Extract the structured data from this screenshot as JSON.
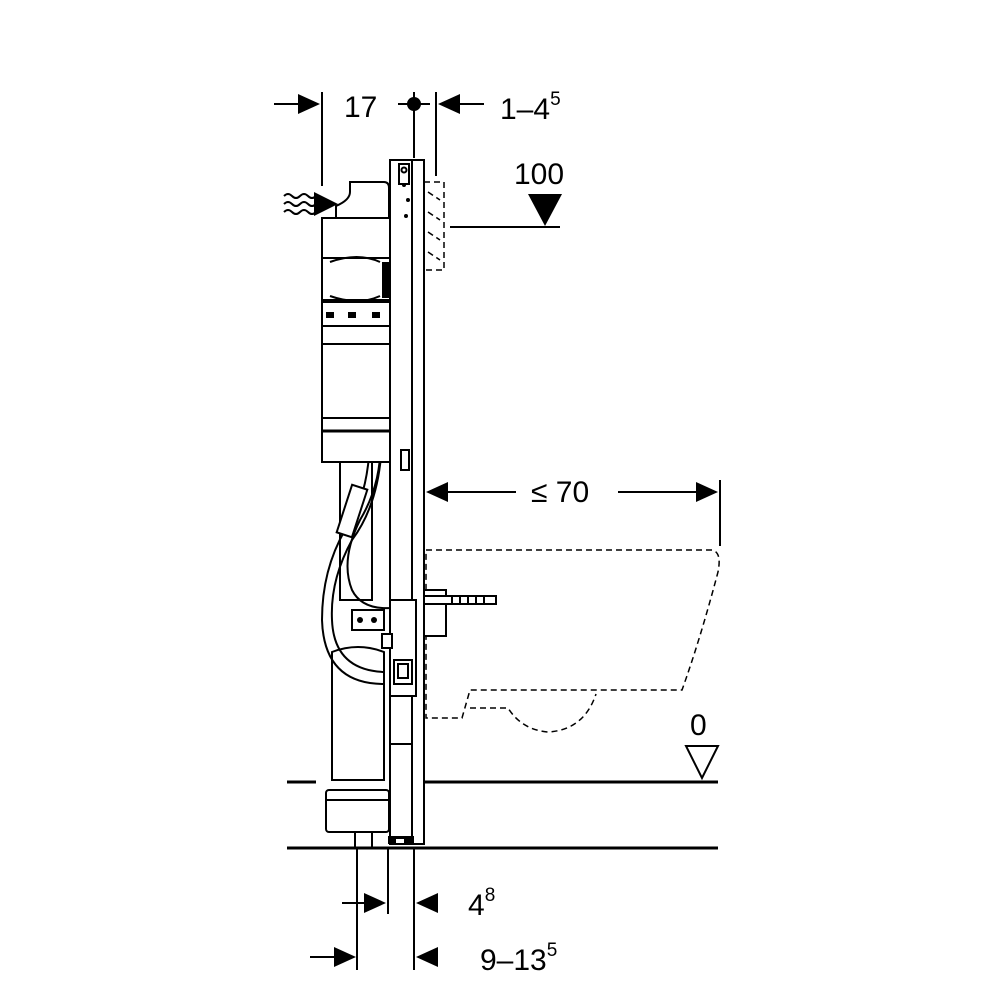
{
  "dimensions": {
    "left_top": {
      "main": "17",
      "sup": ""
    },
    "right_top": {
      "main": "1–4",
      "sup": "5"
    },
    "height_mark": {
      "main": "100",
      "sup": ""
    },
    "projection": {
      "main": "≤ 70",
      "sup": ""
    },
    "floor_level": {
      "main": "0",
      "sup": ""
    },
    "bottom_1": {
      "main": "4",
      "sup": "8"
    },
    "bottom_2": {
      "main": "9–13",
      "sup": "5"
    }
  },
  "icons": [
    "water-supply-icon",
    "level-marker-icon",
    "floor-level-icon"
  ]
}
